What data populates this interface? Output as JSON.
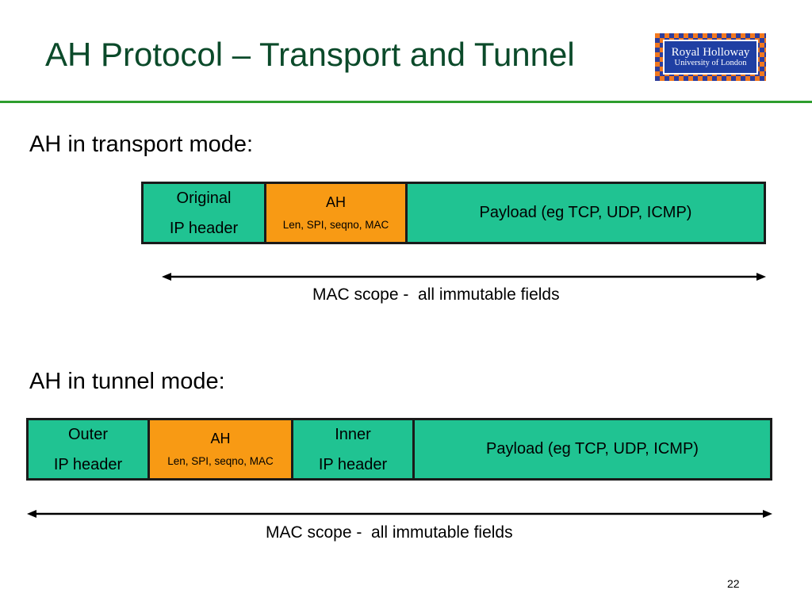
{
  "slide": {
    "title": "AH Protocol – Transport and Tunnel",
    "page_number": "22",
    "accent_color": "#2e9e2e",
    "title_color": "#0b4a2a"
  },
  "logo": {
    "line1": "Royal Holloway",
    "line2": "University of London",
    "colors": {
      "field": "#1f3fa3",
      "border_pattern": [
        "#f2781f",
        "#2e3d9c"
      ]
    }
  },
  "transport": {
    "heading": "AH in transport mode:",
    "original_ip_header": {
      "line1": "Original",
      "line2": "IP header"
    },
    "ah": {
      "title": "AH",
      "subtitle": "Len, SPI, seqno, MAC"
    },
    "payload": "Payload (eg TCP, UDP, ICMP)",
    "scope_label": "MAC scope -  all immutable fields"
  },
  "tunnel": {
    "heading": "AH in tunnel mode:",
    "outer_ip_header": {
      "line1": "Outer",
      "line2": "IP header"
    },
    "ah": {
      "title": "AH",
      "subtitle": "Len, SPI, seqno, MAC"
    },
    "inner_ip_header": {
      "line1": "Inner",
      "line2": "IP header"
    },
    "payload": "Payload (eg TCP, UDP, ICMP)",
    "scope_label": "MAC scope -  all immutable fields"
  },
  "colors": {
    "header_box": "#20c392",
    "ah_box": "#f89a14",
    "outline": "#1a1a1a"
  }
}
